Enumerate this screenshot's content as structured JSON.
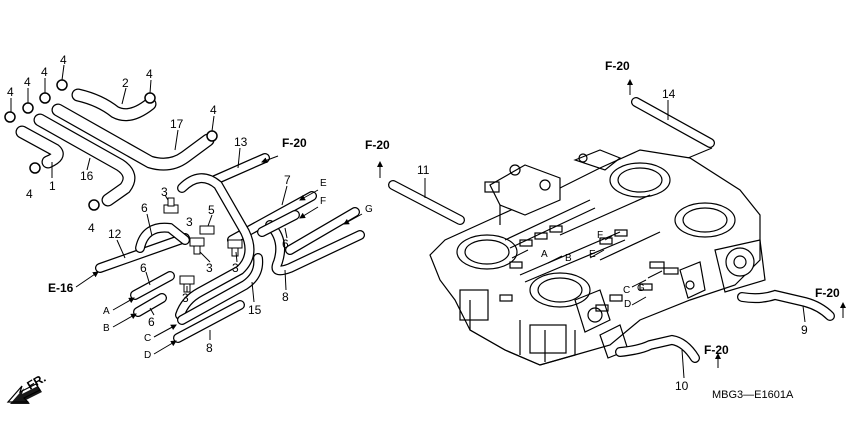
{
  "callouts": {
    "n1": "1",
    "n2": "2",
    "n3": "3",
    "n4": "4",
    "n5": "5",
    "n6": "6",
    "n7": "7",
    "n8": "8",
    "n9": "9",
    "n10": "10",
    "n11": "11",
    "n12": "12",
    "n13": "13",
    "n14": "14",
    "n15": "15",
    "n16": "16",
    "n17": "17"
  },
  "letters": {
    "a": "A",
    "b": "B",
    "c": "C",
    "d": "D",
    "e": "E",
    "f": "F",
    "g": "G"
  },
  "refs": {
    "f20": "F-20",
    "e16": "E-16"
  },
  "direction": "FR.",
  "diagram_code": "MBG3—E1601A"
}
